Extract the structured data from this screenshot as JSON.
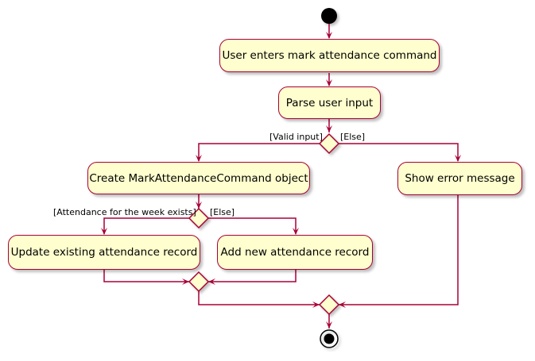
{
  "colors": {
    "activity_fill": "#FEFECE",
    "border": "#A80036",
    "arrow": "#A80036",
    "start_node": "#000000"
  },
  "actions": {
    "enter_command": "User enters mark attendance command",
    "parse_input": "Parse user input",
    "create_command": "Create MarkAttendanceCommand object",
    "show_error": "Show error message",
    "update_record": "Update existing attendance record",
    "add_record": "Add new attendance record"
  },
  "guards": {
    "valid_input": "[Valid input]",
    "else_1": "[Else]",
    "week_exists": "[Attendance for the week exists]",
    "else_2": "[Else]"
  }
}
